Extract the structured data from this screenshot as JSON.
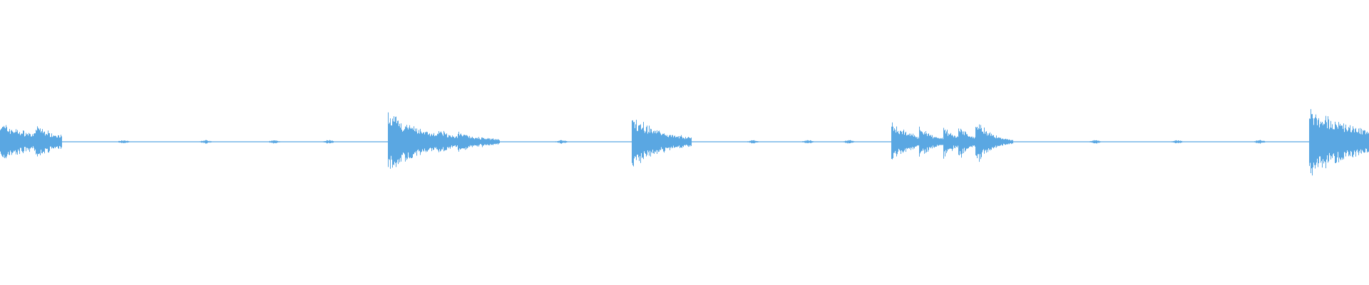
{
  "waveform": {
    "color": "#5aa7e2",
    "background": "#ffffff",
    "peak_scale": 1.0,
    "segments": [
      {
        "start": 0.0,
        "end": 0.045,
        "attack": 0.22,
        "decay": 0.03,
        "sub_hits": [
          [
            0.005,
            0.16
          ],
          [
            0.026,
            0.2
          ],
          [
            0.04,
            0.1
          ]
        ]
      },
      {
        "start": 0.283,
        "end": 0.365,
        "attack": 0.33,
        "decay": 0.03,
        "sub_hits": [
          [
            0.32,
            0.14
          ],
          [
            0.334,
            0.12
          ],
          [
            0.352,
            0.06
          ]
        ]
      },
      {
        "start": 0.461,
        "end": 0.505,
        "attack": 0.3,
        "decay": 0.025,
        "sub_hits": [
          [
            0.488,
            0.06
          ]
        ]
      },
      {
        "start": 0.651,
        "end": 0.74,
        "attack": 0.22,
        "decay": 0.018,
        "sub_hits": [
          [
            0.671,
            0.2
          ],
          [
            0.689,
            0.18
          ],
          [
            0.7,
            0.2
          ],
          [
            0.712,
            0.3
          ],
          [
            0.722,
            0.1
          ]
        ]
      },
      {
        "start": 0.956,
        "end": 1.0,
        "attack": 0.4,
        "decay": 0.04,
        "sub_hits": []
      }
    ],
    "noise_floor": 0.012,
    "noise_bursts": [
      0.09,
      0.15,
      0.2,
      0.24,
      0.41,
      0.55,
      0.59,
      0.62,
      0.8,
      0.86,
      0.92
    ]
  }
}
